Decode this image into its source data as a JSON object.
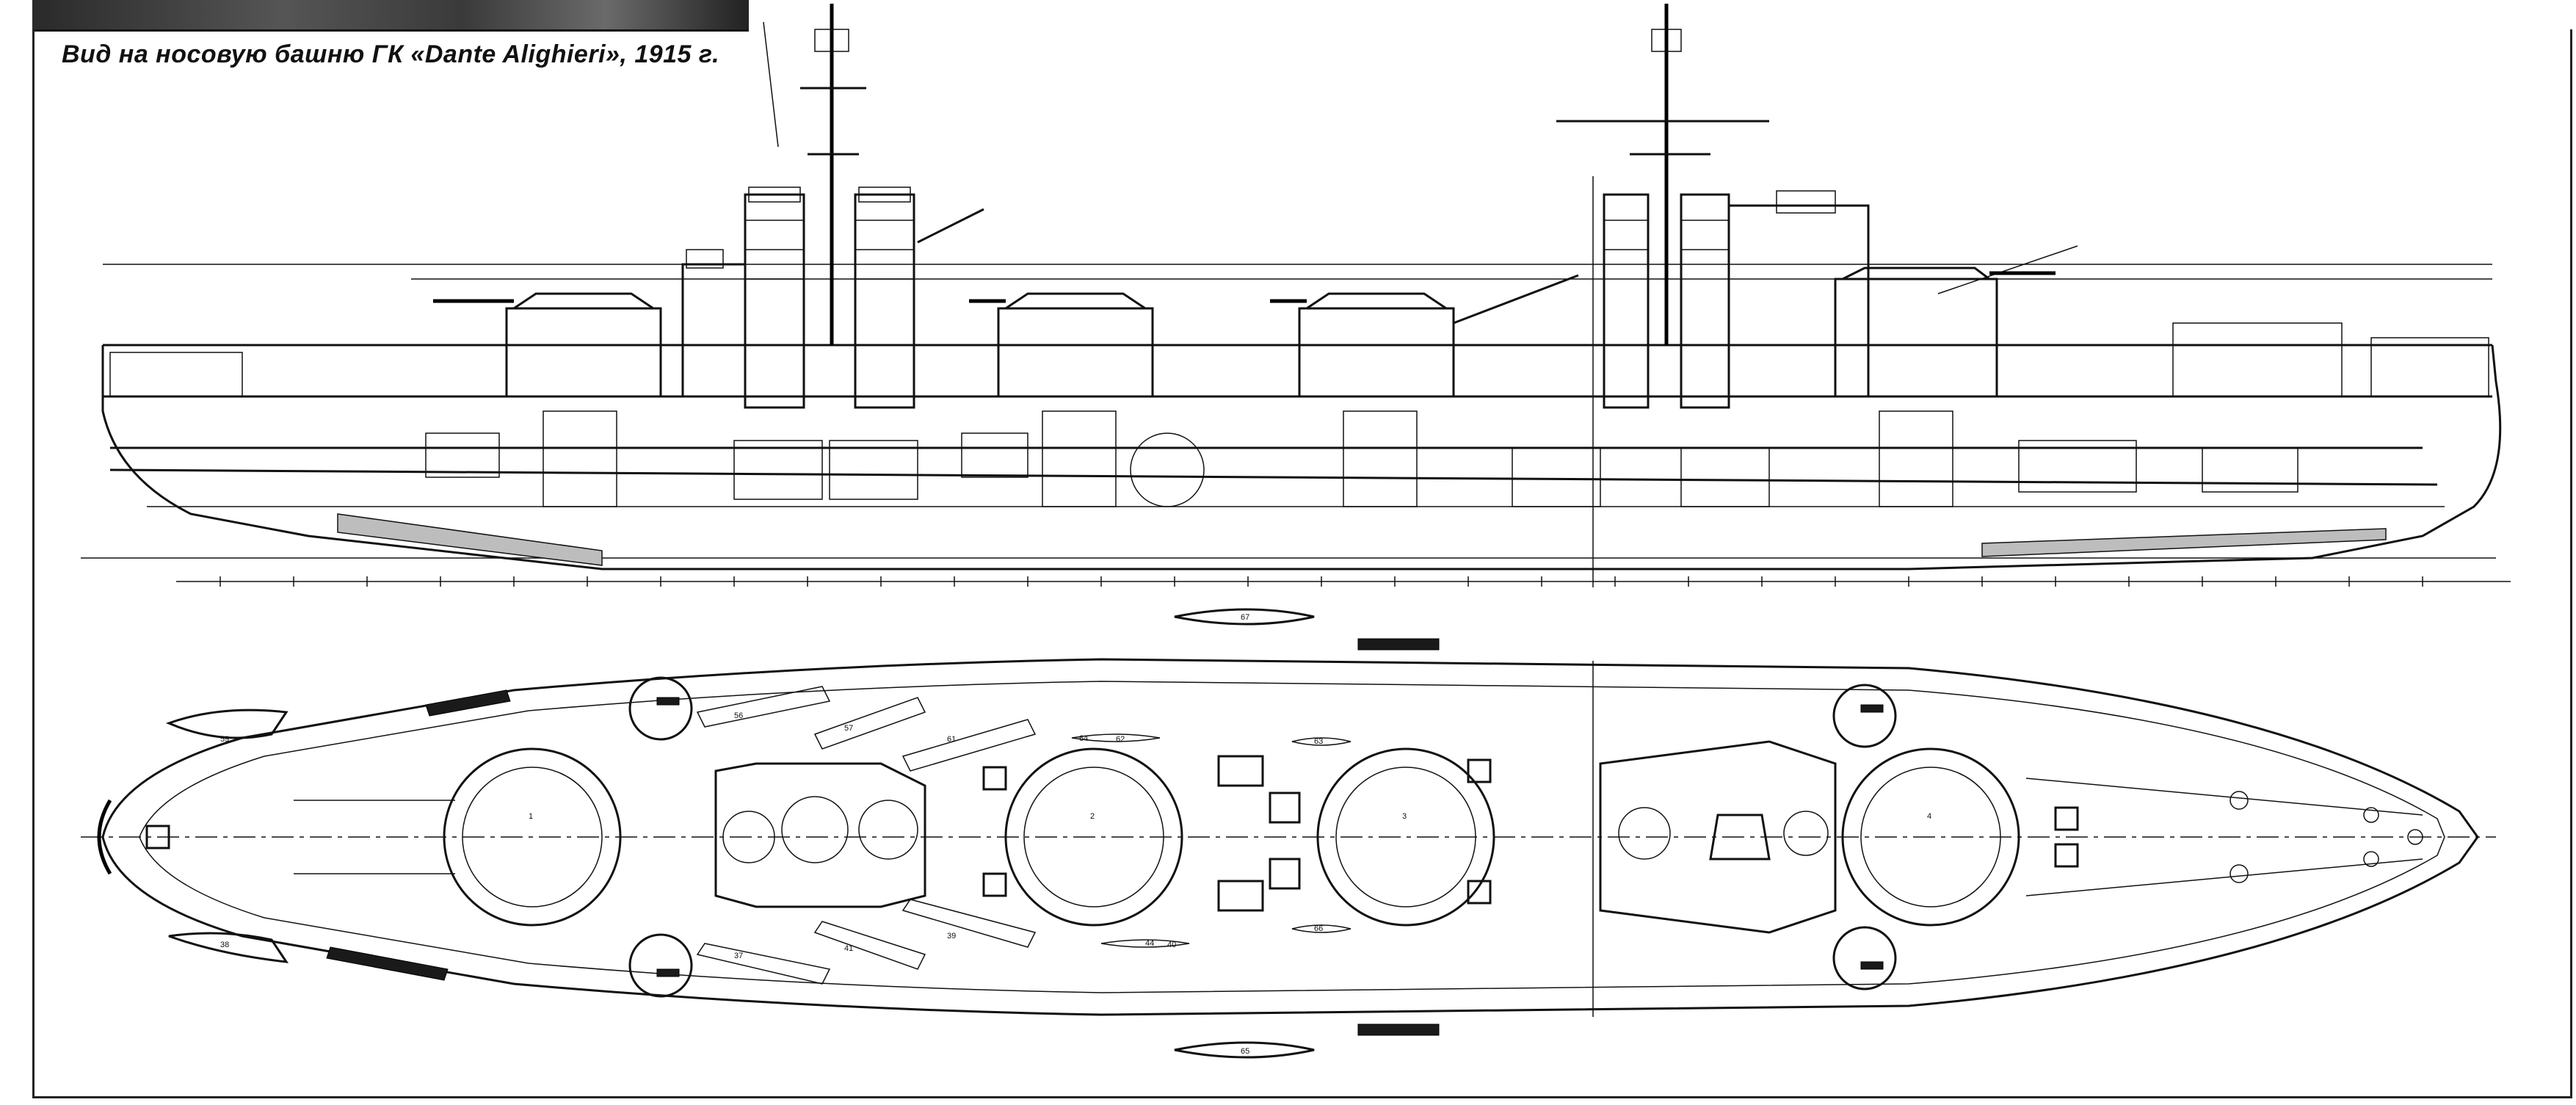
{
  "figure": {
    "caption": "Вид на носовую башню ГК «Dante Alighieri», 1915 г.",
    "description_colors": {
      "line": "#111111",
      "background": "#ffffff"
    }
  },
  "plan_labels": [
    "59",
    "56",
    "57",
    "61",
    "62",
    "63",
    "40",
    "44",
    "65",
    "38",
    "37",
    "41",
    "39",
    "66",
    "67",
    "64"
  ],
  "turret_labels": [
    "1",
    "2",
    "3",
    "4"
  ]
}
